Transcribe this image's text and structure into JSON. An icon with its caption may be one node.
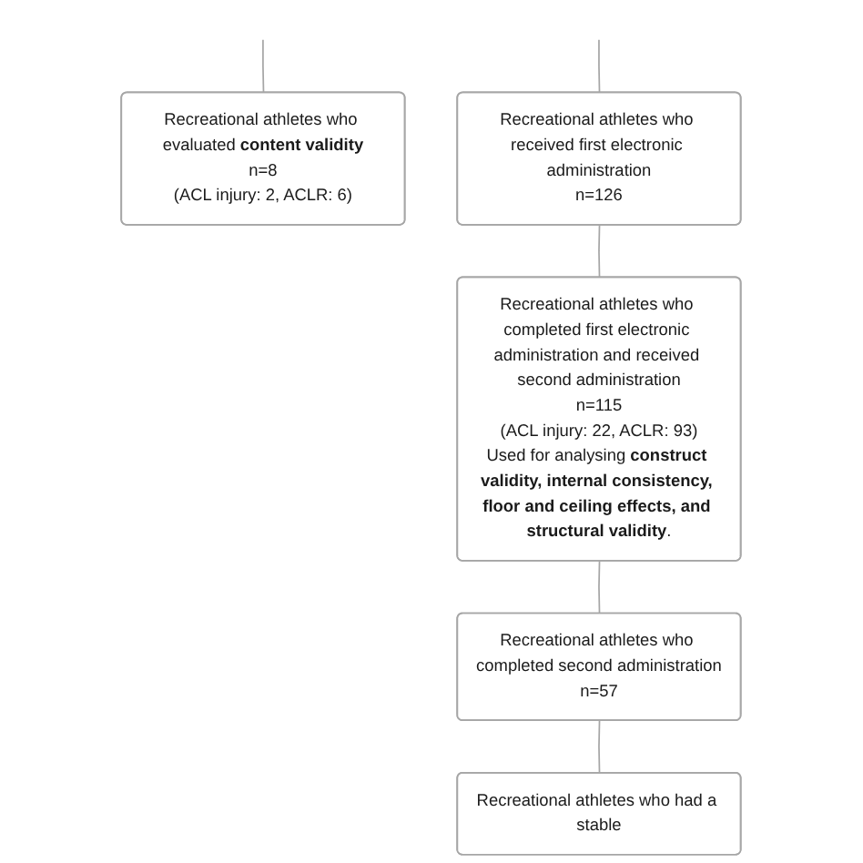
{
  "diagram": {
    "nodes": [
      {
        "text": [
          "Recreational athletes who evaluated **content validity**",
          "n=8",
          "(ACL injury: 2, ACLR: 6)"
        ]
      },
      {
        "text": [
          "Recreational athletes who received first electronic administration",
          "n=126"
        ]
      },
      {
        "text": [
          "Recreational athletes who completed first electronic administration and received second administration",
          "n=115",
          "(ACL injury: 22, ACLR: 93)",
          "Used for analysing **construct validity, internal consistency, floor and ceiling effects, and structural validity**."
        ]
      },
      {
        "text": [
          "Recreational athletes who completed second administration",
          "n=57"
        ]
      },
      {
        "text": [
          "Recreational athletes who had a stable"
        ]
      }
    ],
    "edges": [
      {
        "from": null,
        "to": 0,
        "arrow": "none"
      },
      {
        "from": null,
        "to": 1,
        "arrow": "none"
      },
      {
        "from": 1,
        "to": 2,
        "arrow": "none"
      },
      {
        "from": 2,
        "to": 3,
        "arrow": "none"
      },
      {
        "from": 3,
        "to": 4,
        "arrow": "none"
      }
    ]
  }
}
